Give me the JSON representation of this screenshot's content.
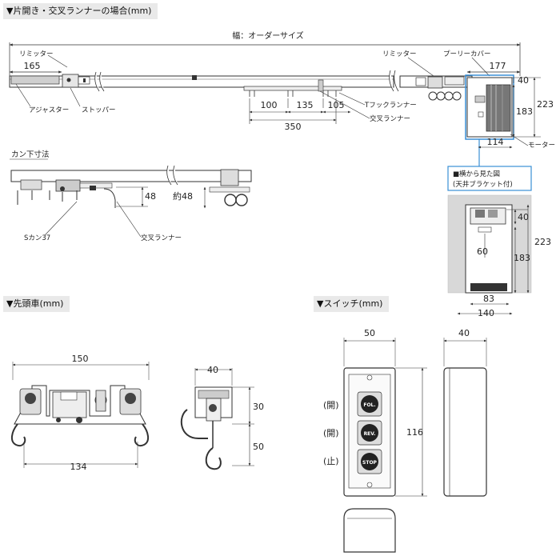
{
  "headers": {
    "main": "▼片開き・交叉ランナーの場合(mm)",
    "lead_car": "▼先頭車(mm)",
    "switch": "▼スイッチ(mm)"
  },
  "top_diagram": {
    "width_label": "幅：オーダーサイズ",
    "limiter_left": "リミッター",
    "limiter_right": "リミッター",
    "pulley_cover": "プーリーカバー",
    "dim_165": "165",
    "dim_177": "177",
    "dim_40": "40",
    "dim_183": "183",
    "dim_223": "223",
    "dim_114": "114",
    "dim_100": "100",
    "dim_135": "135",
    "dim_105": "105",
    "dim_350": "350",
    "adjuster": "アジャスター",
    "stopper": "ストッパー",
    "t_hook_runner": "Tフックランナー",
    "cross_runner": "交叉ランナー",
    "motor": "モーター"
  },
  "kan_diagram": {
    "title": "カン下寸法",
    "dim_48": "48",
    "dim_approx_48": "約48",
    "s_kan": "Sカン37",
    "cross_runner": "交叉ランナー"
  },
  "side_view": {
    "title_line1": "■横から見た図",
    "title_line2": "(天井ブラケット付)",
    "dim_40": "40",
    "dim_60": "60",
    "dim_223": "223",
    "dim_183": "183",
    "dim_83": "83",
    "dim_140": "140"
  },
  "lead_car": {
    "dim_150": "150",
    "dim_134": "134",
    "dim_40": "40",
    "dim_30": "30",
    "dim_50": "50"
  },
  "switch": {
    "dim_50": "50",
    "dim_40": "40",
    "dim_116": "116",
    "label_open1": "(開)",
    "label_open2": "(開)",
    "label_stop": "(止)",
    "btn1": "FOL.",
    "btn2": "REV.",
    "btn3": "STOP"
  }
}
